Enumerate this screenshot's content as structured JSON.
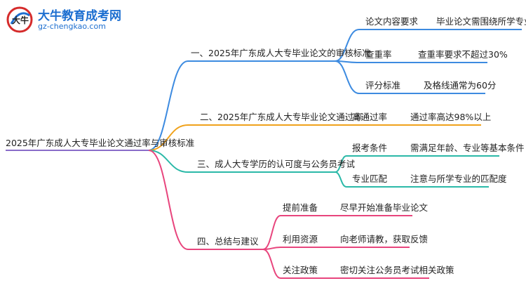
{
  "brand": {
    "name": "大牛教育成考网",
    "url": "gz-chengkao.com",
    "mark_text": "大牛"
  },
  "colors": {
    "blue": "#3d8be0",
    "orange": "#f0a21c",
    "green": "#2bb9a8",
    "pink": "#e8457d"
  },
  "mindmap": {
    "root": "2025年广东成人大专毕业论文通过率与审核标准",
    "branches": [
      {
        "label": "一、2025年广东成人大专毕业论文的审核标准",
        "children": [
          {
            "label": "论文内容要求",
            "detail": "毕业论文需围绕所学专业研究"
          },
          {
            "label": "查重率",
            "detail": "查重率要求不超过30%"
          },
          {
            "label": "评分标准",
            "detail": "及格线通常为60分"
          }
        ]
      },
      {
        "label": "二、2025年广东成人大专毕业论文通过率",
        "children": [
          {
            "label": "高通过率",
            "detail": "通过率高达98%以上"
          }
        ]
      },
      {
        "label": "三、成人大专学历的认可度与公务员考试",
        "children": [
          {
            "label": "报考条件",
            "detail": "需满足年龄、专业等基本条件"
          },
          {
            "label": "专业匹配",
            "detail": "注意与所学专业的匹配度"
          }
        ]
      },
      {
        "label": "四、总结与建议",
        "children": [
          {
            "label": "提前准备",
            "detail": "尽早开始准备毕业论文"
          },
          {
            "label": "利用资源",
            "detail": "向老师请教，获取反馈"
          },
          {
            "label": "关注政策",
            "detail": "密切关注公务员考试相关政策"
          }
        ]
      }
    ]
  }
}
